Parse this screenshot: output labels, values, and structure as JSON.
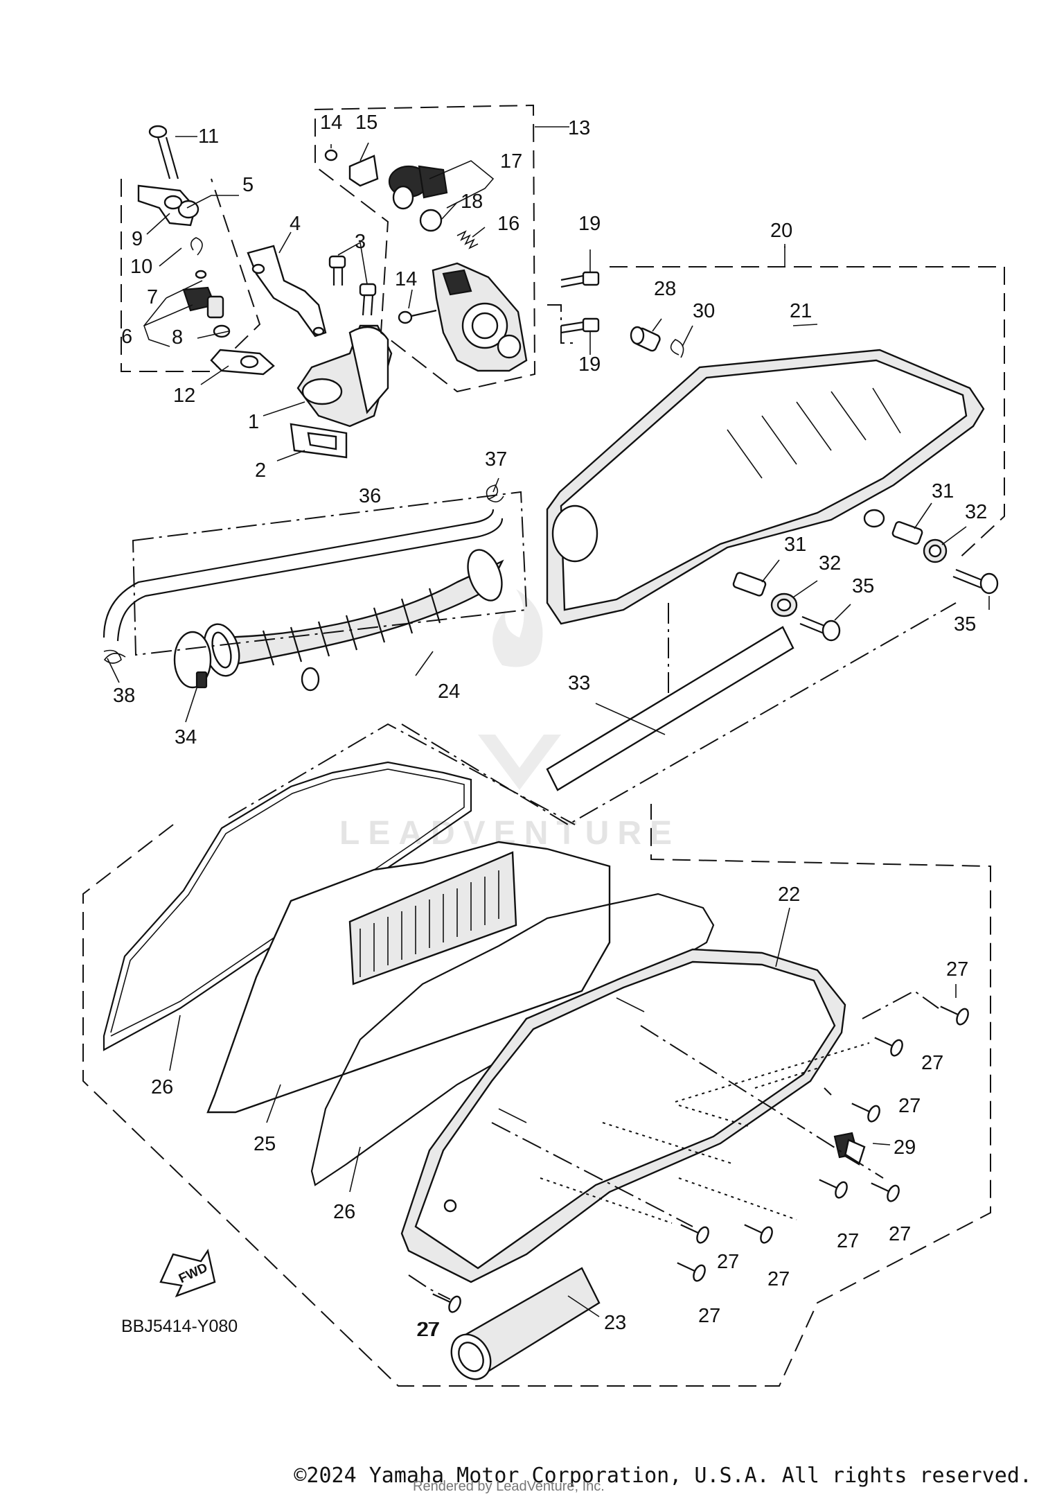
{
  "diagram": {
    "code": "BBJ5414-Y080",
    "watermark": "LEADVENTURE",
    "direction_label": "FWD",
    "callouts": [
      "1",
      "2",
      "3",
      "4",
      "5",
      "6",
      "7",
      "8",
      "9",
      "10",
      "11",
      "12",
      "13",
      "14",
      "14",
      "15",
      "16",
      "17",
      "18",
      "19",
      "19",
      "20",
      "21",
      "22",
      "23",
      "24",
      "25",
      "26",
      "26",
      "27",
      "27",
      "27",
      "27",
      "27",
      "27",
      "27",
      "27",
      "27",
      "27",
      "28",
      "29",
      "30",
      "31",
      "31",
      "32",
      "32",
      "33",
      "34",
      "35",
      "35",
      "36",
      "37",
      "38"
    ]
  },
  "footer": {
    "copyright": "©2024 Yamaha Motor Corporation, U.S.A. All rights reserved.",
    "rendered_by": "Rendered by LeadVenture, Inc."
  }
}
